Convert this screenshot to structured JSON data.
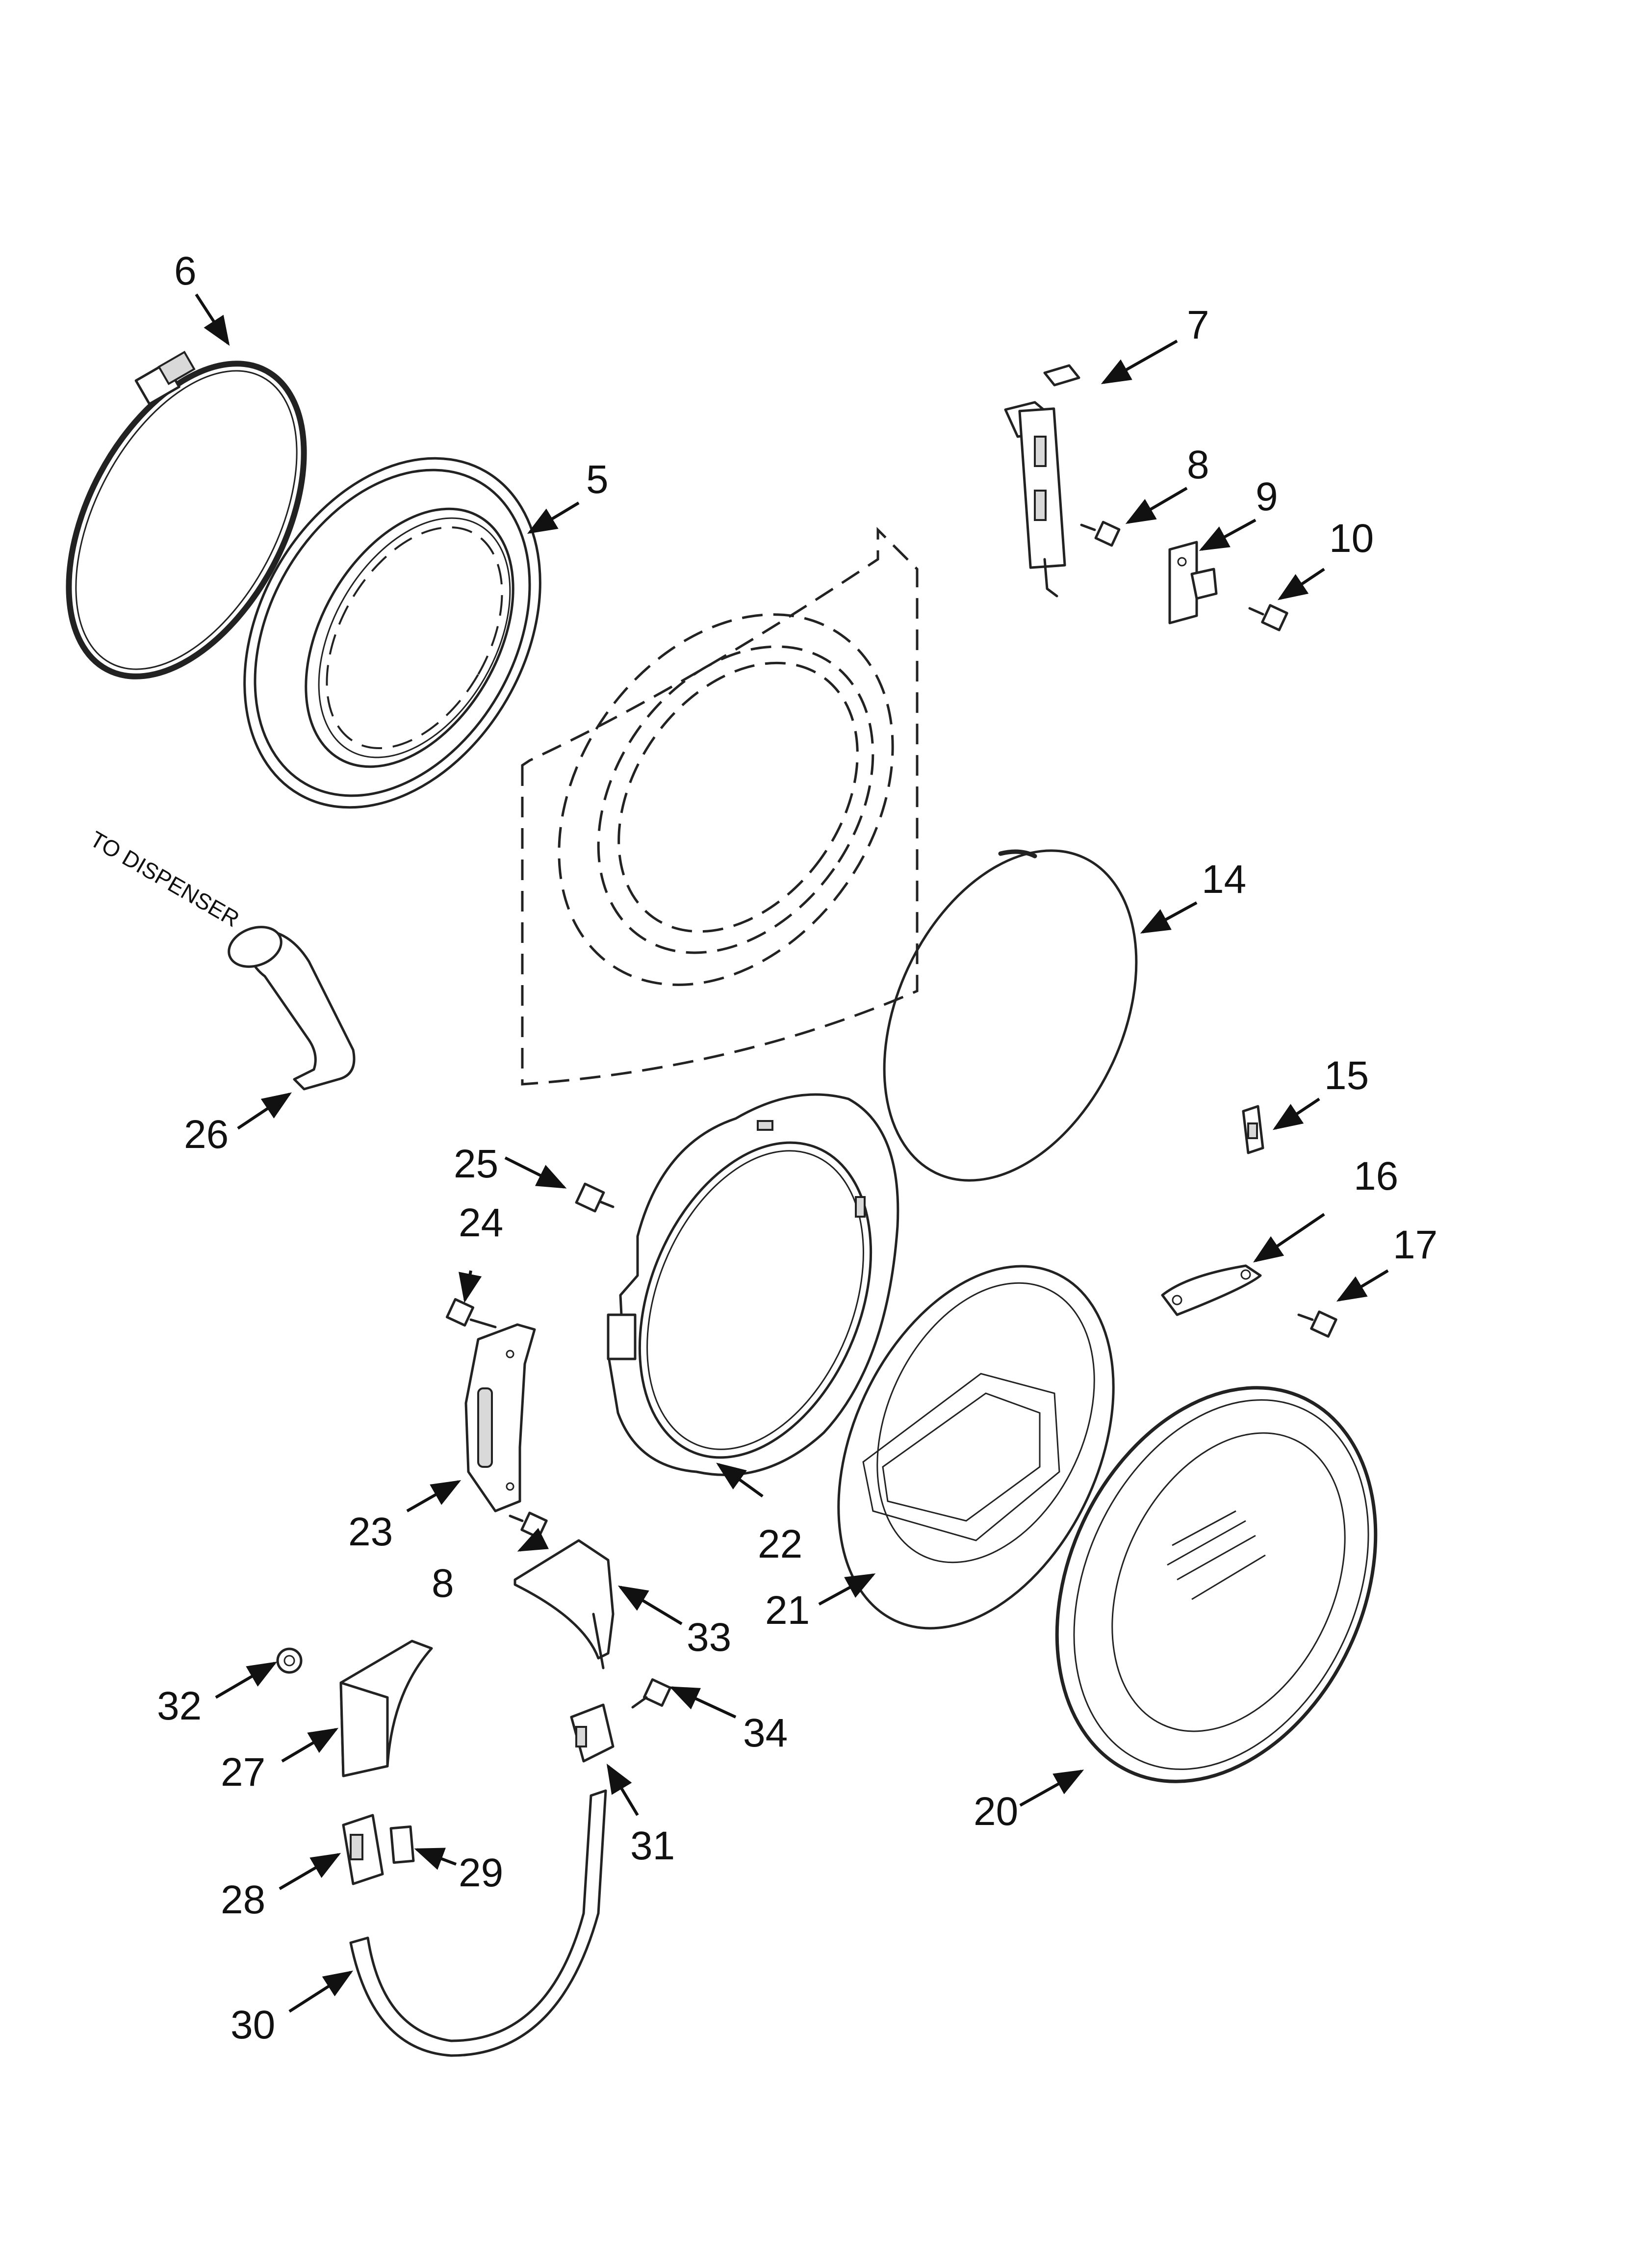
{
  "diagram": {
    "note_to_dispenser": "TO DISPENSER",
    "callouts": {
      "c5": "5",
      "c6": "6",
      "c7": "7",
      "c8a": "8",
      "c8b": "8",
      "c9": "9",
      "c10": "10",
      "c14": "14",
      "c15": "15",
      "c16": "16",
      "c17": "17",
      "c20": "20",
      "c21": "21",
      "c22": "22",
      "c23": "23",
      "c24": "24",
      "c25": "25",
      "c26": "26",
      "c27": "27",
      "c28": "28",
      "c29": "29",
      "c30": "30",
      "c31": "31",
      "c32": "32",
      "c33": "33",
      "c34": "34"
    }
  }
}
